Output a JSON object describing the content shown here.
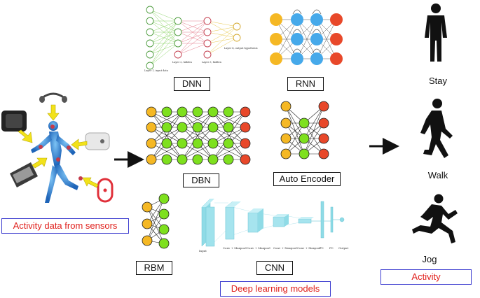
{
  "models": {
    "dnn": "DNN",
    "rnn": "RNN",
    "dbn": "DBN",
    "autoencoder": "Auto Encoder",
    "rbm": "RBM",
    "cnn": "CNN"
  },
  "dnn_layers": {
    "layer1": "Layer 1, input data",
    "layer2": "Layer 2, hidden",
    "layer3": "Layer 3, hidden",
    "layer4": "Layer 4, output hypothesis"
  },
  "cnn_layers": [
    "Input",
    "Conv + Maxpool",
    "Conv + Maxpool",
    "Conv + Maxpool",
    "Conv + Maxpool",
    "FC",
    "FC",
    "Output"
  ],
  "sections": {
    "sensors": "Activity data from sensors",
    "models": "Deep learning models",
    "activity": "Activity"
  },
  "activities": {
    "stay": "Stay",
    "walk": "Walk",
    "jog": "Jog"
  },
  "colors": {
    "orange": "#f5b824",
    "green": "#7ee01e",
    "red": "#e8482a",
    "blue": "#46a9ea",
    "cnn": "#8fdbe6",
    "body": "#3f8fdc",
    "arrow": "#f2e21a",
    "label_red": "#e0201c",
    "box_blue": "#3c3ccf"
  }
}
